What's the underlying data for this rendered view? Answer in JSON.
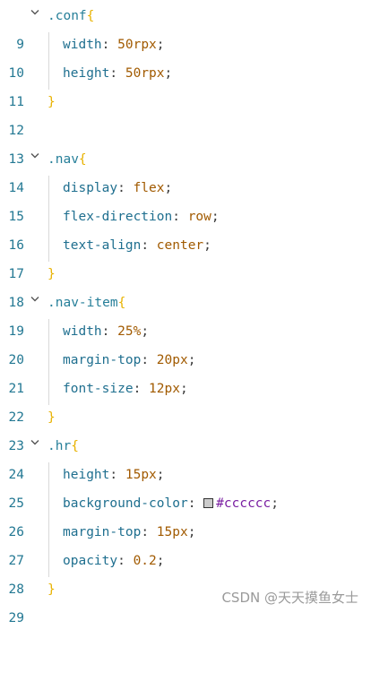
{
  "editor": {
    "lines": {
      "l9": {
        "num": "9",
        "sel": ".conf",
        "open": "{"
      },
      "l10": {
        "num": "10",
        "prop": "width",
        "val": "50rpx"
      },
      "l11": {
        "num": "11",
        "prop": "height",
        "val": "50rpx"
      },
      "l12": {
        "num": "12",
        "close": "}"
      },
      "l13": {
        "num": "13"
      },
      "l14": {
        "num": "14",
        "sel": ".nav",
        "open": "{"
      },
      "l15": {
        "num": "15",
        "prop": "display",
        "val": "flex"
      },
      "l16": {
        "num": "16",
        "prop": "flex-direction",
        "val": "row"
      },
      "l17": {
        "num": "17",
        "prop": "text-align",
        "val": "center"
      },
      "l18": {
        "num": "18",
        "close": "}"
      },
      "l19": {
        "num": "19",
        "sel": ".nav-item",
        "open": "{"
      },
      "l20": {
        "num": "20",
        "prop": "width",
        "val": "25%"
      },
      "l21": {
        "num": "21",
        "prop": "margin-top",
        "val": "20px"
      },
      "l22": {
        "num": "22",
        "prop": "font-size",
        "val": "12px"
      },
      "l23": {
        "num": "23",
        "close": "}"
      },
      "l24": {
        "num": "24",
        "sel": ".hr",
        "open": "{"
      },
      "l25": {
        "num": "25",
        "prop": "height",
        "val": "15px"
      },
      "l26": {
        "num": "26",
        "prop": "background-color",
        "val": "#cccccc",
        "swatch_color": "#cccccc"
      },
      "l27": {
        "num": "27",
        "prop": "margin-top",
        "val": "15px"
      },
      "l28": {
        "num": "28",
        "prop": "opacity",
        "val": "0.2"
      },
      "l29": {
        "num": "29",
        "close": "}"
      }
    },
    "colon": ":",
    "semicolon": ";"
  },
  "watermark": "CSDN @天天摸鱼女士",
  "colors": {
    "line_number": "#237893",
    "selector": "#267f99",
    "brace": "#e8b200",
    "property": "#1f6f8f",
    "value": "#a15a00",
    "color_value": "#7a1fa2"
  },
  "icons": {
    "fold": "chevron-down-icon",
    "swatch": "color-swatch-icon"
  }
}
